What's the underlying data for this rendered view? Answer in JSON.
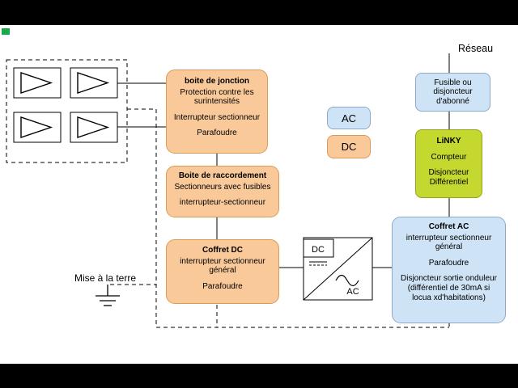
{
  "colors": {
    "orange_fill": "#f9c99a",
    "orange_border": "#d89b5a",
    "blue_fill": "#cee3f5",
    "blue_border": "#8ea9c9",
    "green_fill": "#c4d82f",
    "green_border": "#93a51f",
    "wire": "#000000",
    "background": "#ffffff",
    "letterbox": "#000000",
    "marker_green": "#18a94b"
  },
  "labels": {
    "reseau": "Réseau",
    "mise_a_la_terre": "Mise à la terre"
  },
  "legend": {
    "ac": "AC",
    "dc": "DC"
  },
  "inverter": {
    "dc": "DC",
    "ac": "AC"
  },
  "boxes": {
    "jonction": {
      "title": "boite de jonction",
      "lines": [
        "Protection contre les surintensités",
        "Interrupteur sectionneur",
        "Parafoudre"
      ]
    },
    "raccordement": {
      "title": "Boite de raccordement",
      "lines": [
        "Sectionneurs avec fusibles",
        "interrupteur-sectionneur"
      ]
    },
    "coffret_dc": {
      "title": "Coffret DC",
      "lines": [
        "interrupteur sectionneur général",
        "Parafoudre"
      ]
    },
    "fusible_abonne": {
      "text": "Fusible ou disjoncteur d'abonné"
    },
    "linky": {
      "title": "LiNKY",
      "lines": [
        "Compteur",
        "Disjoncteur Différentiel"
      ]
    },
    "coffret_ac": {
      "title": "Coffret AC",
      "lines": [
        "interrupteur sectionneur général",
        "Parafoudre",
        "Disjoncteur sortie onduleur (différentiel de 30mA si locua xd'habitations)"
      ]
    }
  }
}
